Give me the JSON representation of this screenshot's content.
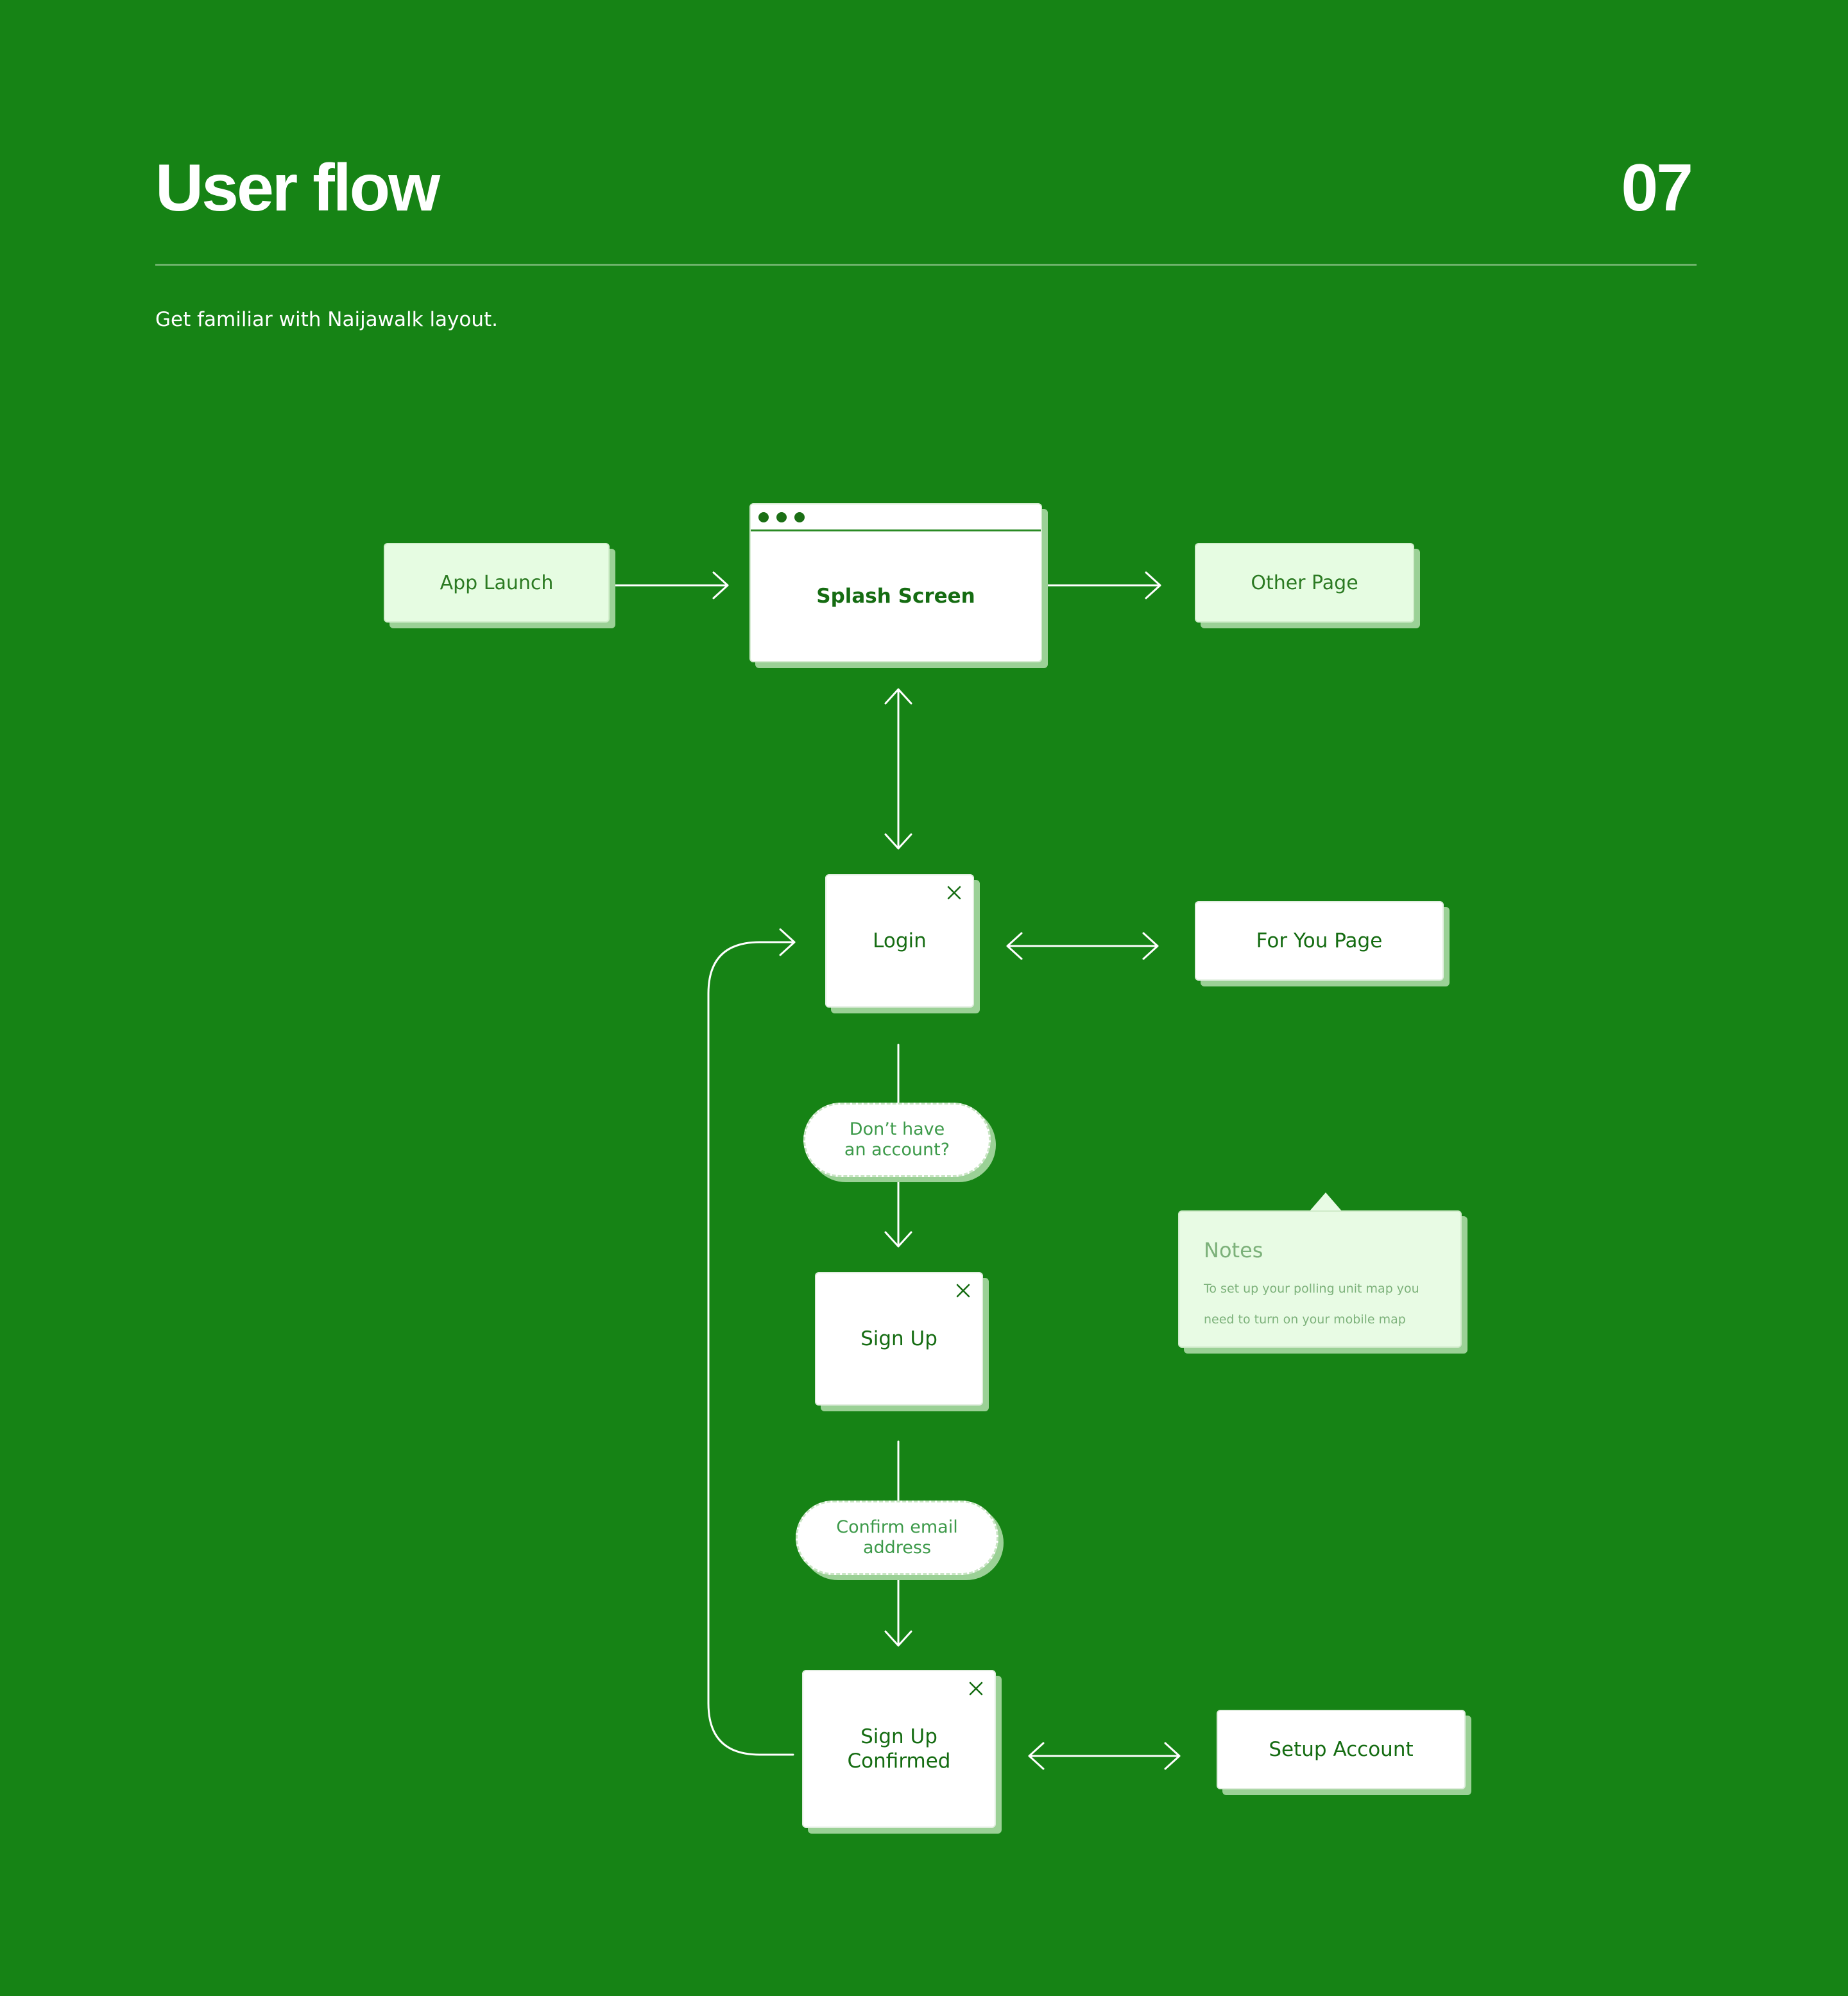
{
  "header": {
    "title": "User flow",
    "number": "07",
    "subtitle": "Get familiar with Naijawalk layout."
  },
  "nodes": {
    "app_launch": "App Launch",
    "splash_screen": "Splash Screen",
    "other_page": "Other Page",
    "login": "Login",
    "for_you_page": "For You Page",
    "sign_up": "Sign Up",
    "sign_up_confirmed_line1": "Sign Up",
    "sign_up_confirmed_line2": "Confirmed",
    "setup_account": "Setup Account"
  },
  "decisions": {
    "no_account_line1": "Don’t have",
    "no_account_line2": "an account?",
    "confirm_email_line1": "Confirm email",
    "confirm_email_line2": "address"
  },
  "notes": {
    "title": "Notes",
    "line1": "To set up your polling unit map you",
    "line2": "need to turn on your mobile map"
  },
  "colors": {
    "background": "#168315",
    "node_light": "#e6fce2",
    "node_white": "#ffffff",
    "shadow": "#9bd196",
    "text_dark_green": "#156c12",
    "connector": "#ffffff"
  }
}
